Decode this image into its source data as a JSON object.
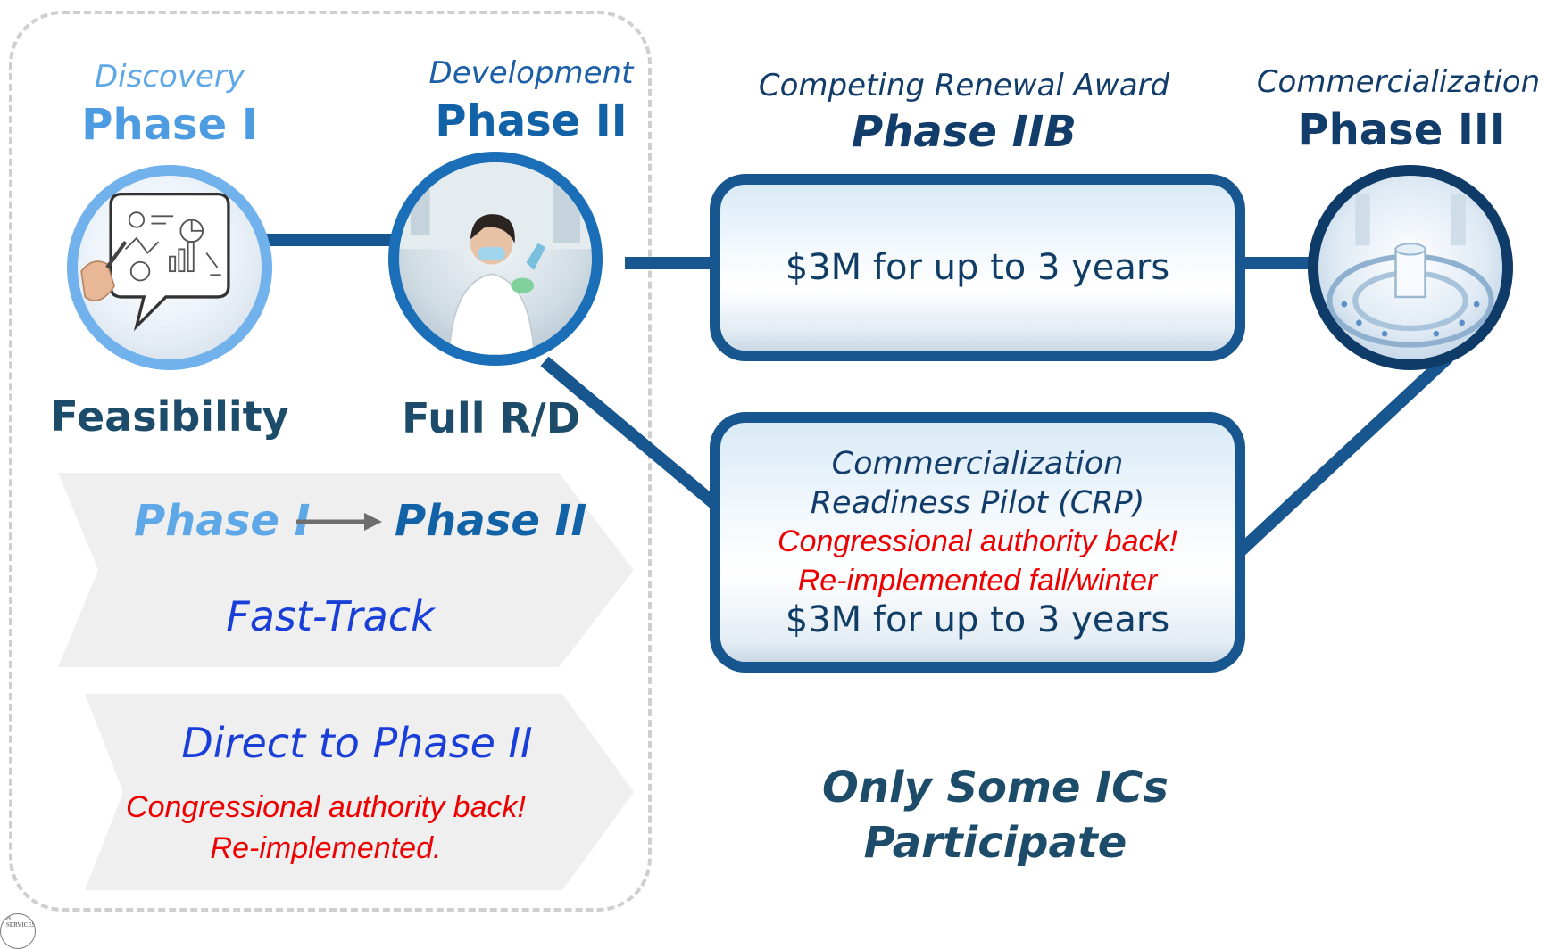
{
  "phases": {
    "phase1": {
      "subtitle": "Discovery",
      "title": "Phase I",
      "label": "Feasibility"
    },
    "phase2": {
      "subtitle": "Development",
      "title": "Phase II",
      "label": "Full R/D"
    },
    "phase2b": {
      "subtitle": "Competing Renewal Award",
      "title": "Phase IIB",
      "box_text": "$3M for up to 3 years"
    },
    "phase3": {
      "subtitle": "Commercialization",
      "title": "Phase III"
    }
  },
  "crp": {
    "line1": "Commercialization",
    "line2": "Readiness Pilot (CRP)",
    "note1": "Congressional authority back!",
    "note2": "Re-implemented fall/winter",
    "amount": "$3M for up to 3 years"
  },
  "fast_track": {
    "from": "Phase I",
    "to": "Phase II",
    "label": "Fast-Track"
  },
  "direct": {
    "label": "Direct to Phase II",
    "note1": "Congressional authority back!",
    "note2": "Re-implemented."
  },
  "bottom_note": {
    "line1": "Only Some ICs",
    "line2": "Participate"
  },
  "seal_text": "N SERVICES",
  "colors": {
    "light_blue": "#4d9be0",
    "mid_blue": "#1262a8",
    "dark_blue": "#123c6a",
    "connector": "#17568f",
    "red": "#ee0000"
  }
}
